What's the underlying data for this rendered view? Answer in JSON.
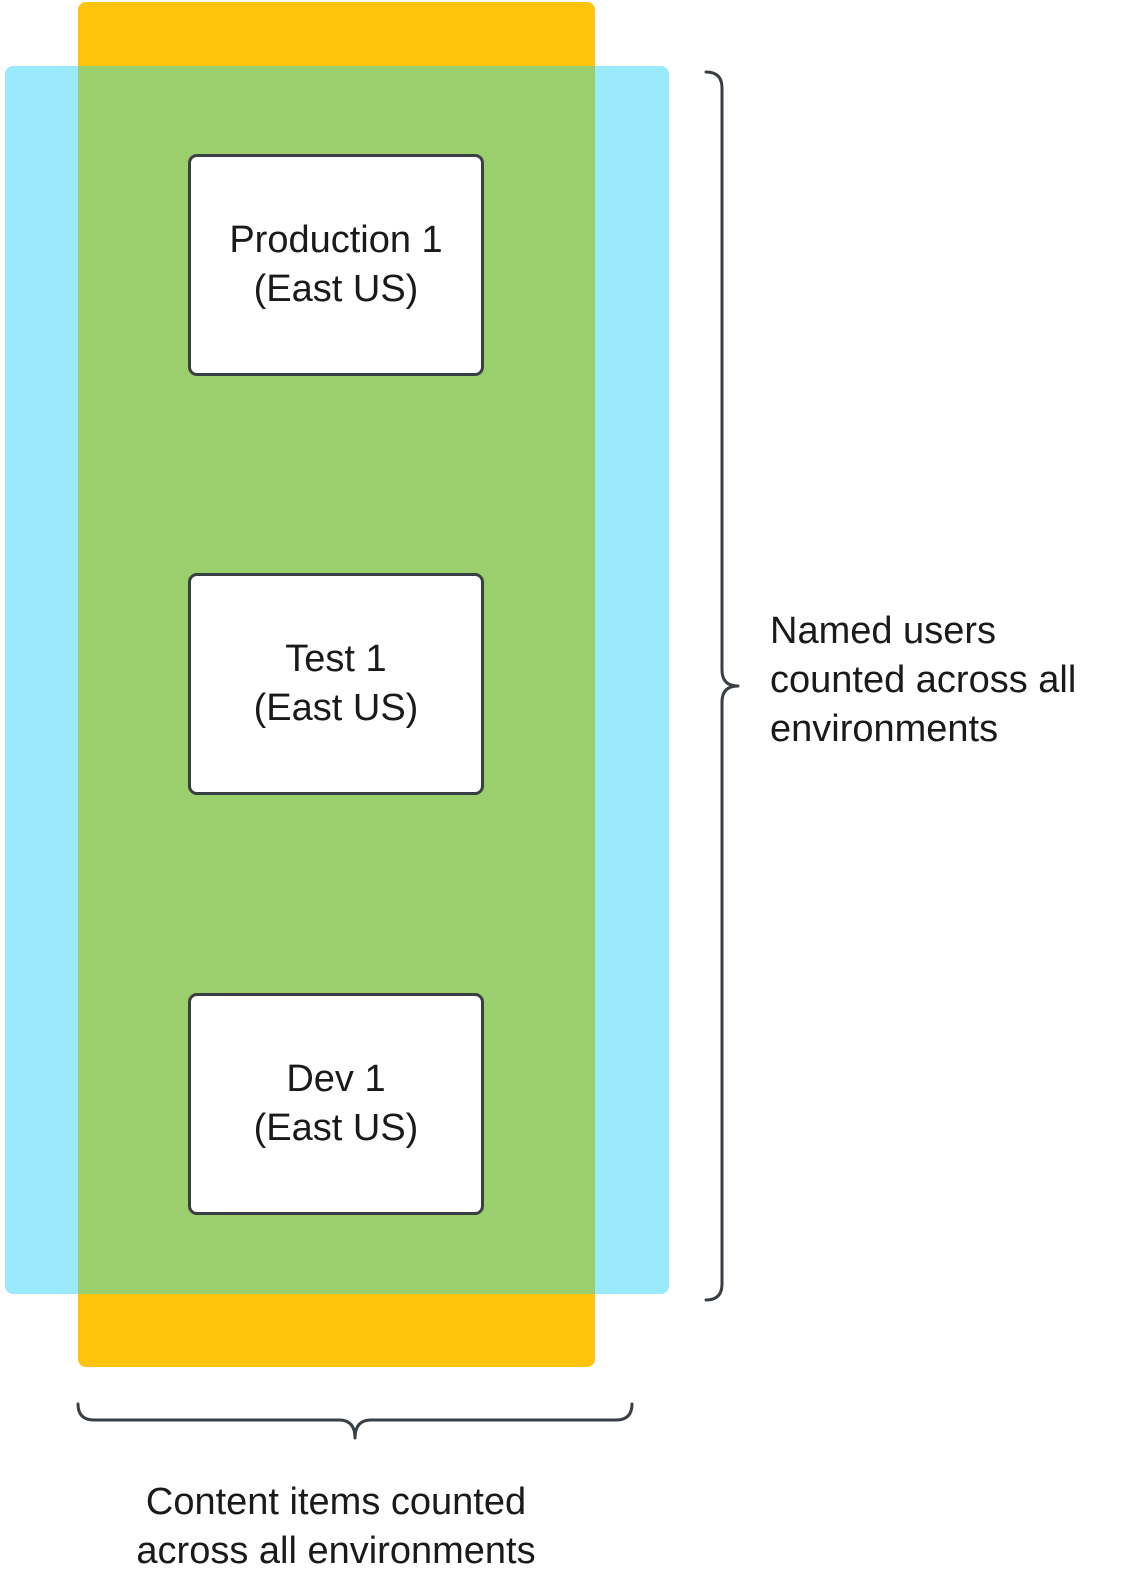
{
  "colors": {
    "user_scope_fill": "#9aeafc",
    "content_scope_fill": "#fec30b",
    "overlap_fill": "#9bce6d",
    "box_border": "#3a3f46",
    "brace_stroke": "#3a3f46"
  },
  "environments": [
    {
      "name": "Production 1",
      "region": "(East US)"
    },
    {
      "name": "Test 1",
      "region": "(East US)"
    },
    {
      "name": "Dev 1",
      "region": "(East US)"
    }
  ],
  "named_users_caption": {
    "line1": "Named users",
    "line2": "counted across all",
    "line3": "environments"
  },
  "content_items_caption": {
    "line1": "Content items counted",
    "line2": "across all environments"
  }
}
